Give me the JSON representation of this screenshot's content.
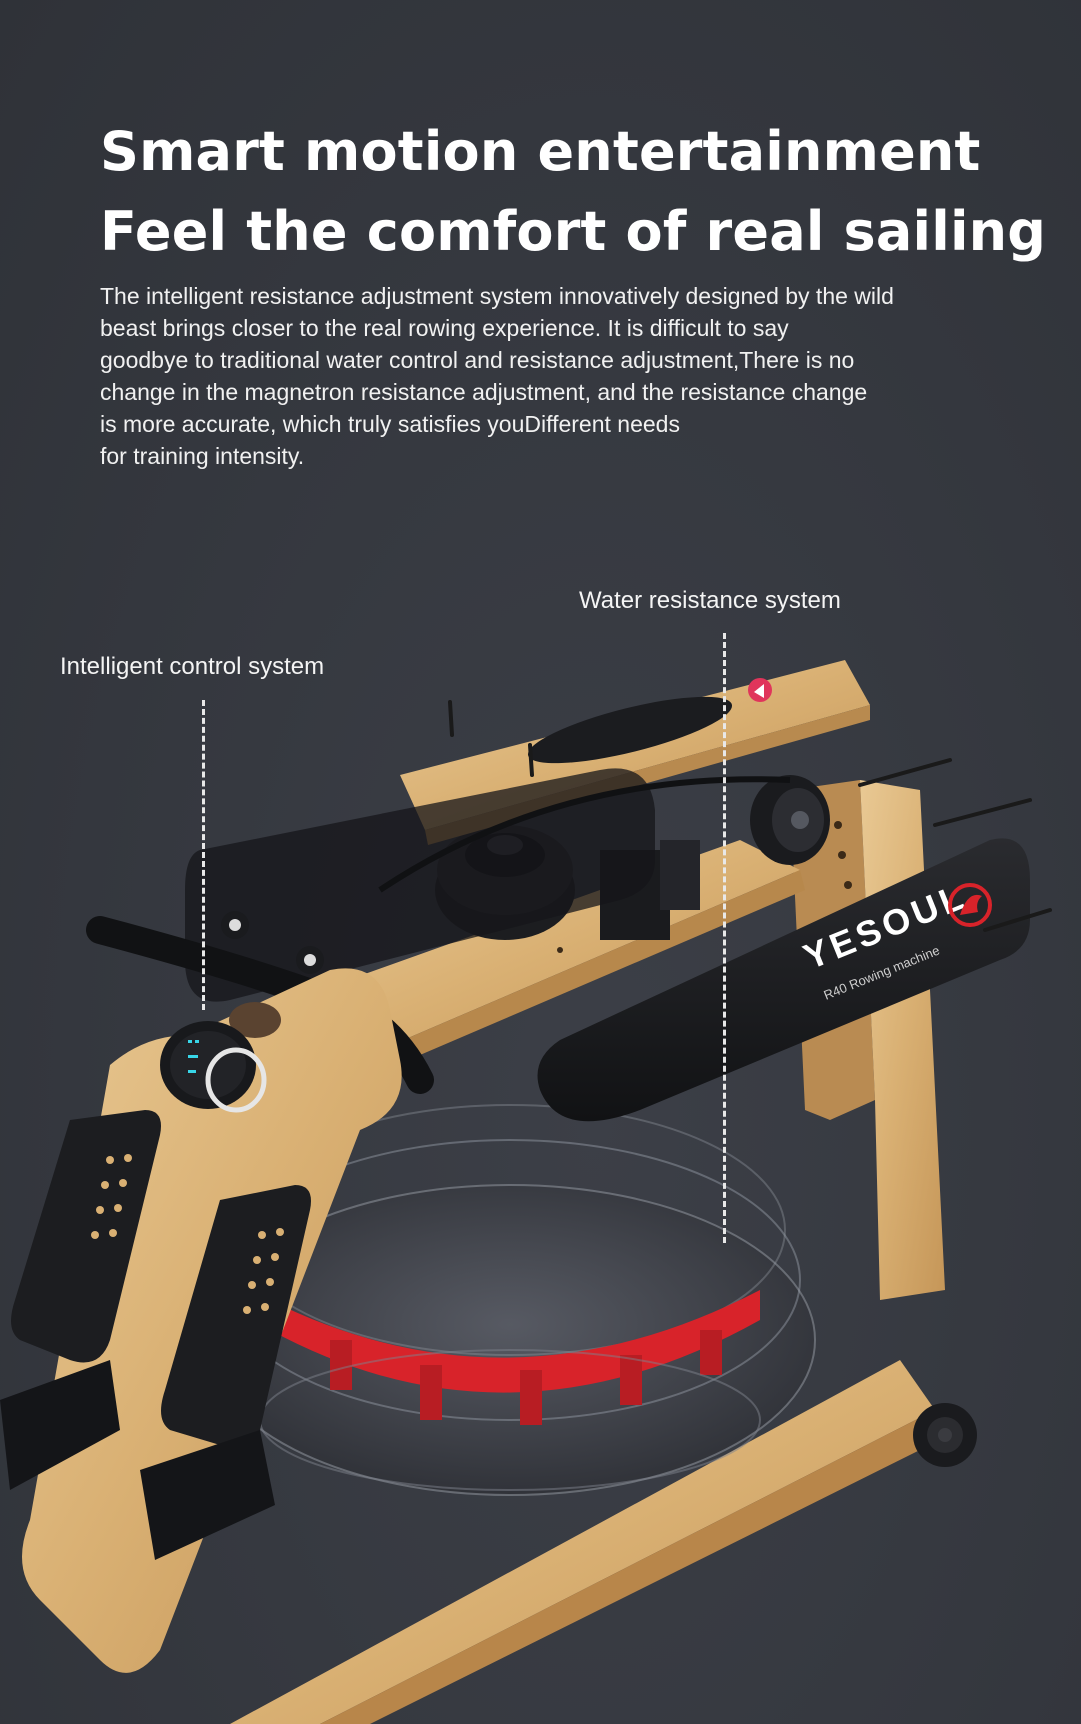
{
  "headline": {
    "line1": "Smart motion entertainment",
    "line2": "Feel the comfort of real sailing"
  },
  "description": {
    "lines": [
      "The intelligent resistance adjustment system innovatively designed by the wild",
      "beast brings closer to the real rowing experience. It is difficult to say",
      "goodbye to traditional water control and resistance adjustment,There is no",
      "change in the magnetron resistance adjustment, and the resistance change",
      "is more accurate, which truly satisfies youDifferent needs",
      "for training intensity."
    ]
  },
  "callouts": {
    "water_resistance": "Water resistance system",
    "intelligent_control": "Intelligent control system"
  },
  "product": {
    "brand": "YESOUL",
    "model": "R40 Rowing machine"
  },
  "colors": {
    "background": "#35383f",
    "wood": "#dcb57c",
    "accent_red": "#d8232a"
  }
}
